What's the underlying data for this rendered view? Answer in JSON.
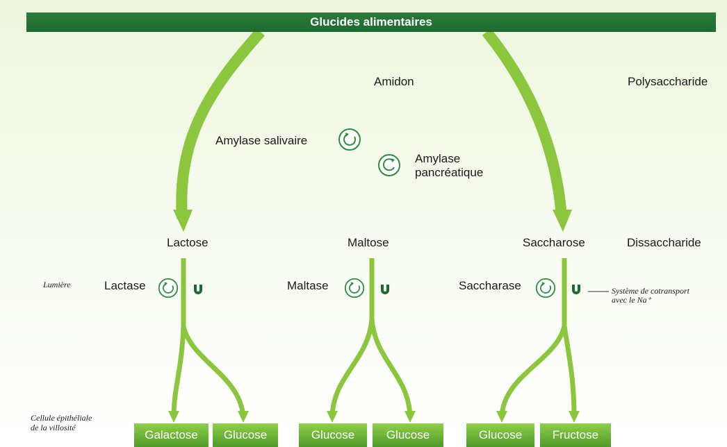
{
  "header": {
    "title": "Glucides alimentaires"
  },
  "levels": {
    "poly": "Polysaccharide",
    "di": "Dissaccharide"
  },
  "notes": {
    "lumiere": "Lumière",
    "cellule_line1": "Cellule épithéliale",
    "cellule_line2": "de la villosité",
    "cotransport_line1": "Système de cotransport",
    "cotransport_line2": "avec le Na⁺"
  },
  "substrates": {
    "amidon": "Amidon",
    "lactose": "Lactose",
    "maltose": "Maltose",
    "saccharose": "Saccharose"
  },
  "enzymes": {
    "amylase_salivaire": "Amylase salivaire",
    "amylase_panc_line1": "Amylase",
    "amylase_panc_line2": "pancréatique",
    "lactase": "Lactase",
    "maltase": "Maltase",
    "saccharase": "Saccharase"
  },
  "products": [
    "Galactose",
    "Glucose",
    "Glucose",
    "Glucose",
    "Glucose",
    "Fructose"
  ],
  "colors": {
    "header_green": "#1f6a30",
    "arrow_green": "#8cc63f",
    "enzyme_green": "#2e8b3e",
    "product_top": "#8fcf4a",
    "product_bottom": "#4f9a2a"
  },
  "icons": [
    "enzyme-cycle-icon",
    "cotransporter-icon"
  ]
}
